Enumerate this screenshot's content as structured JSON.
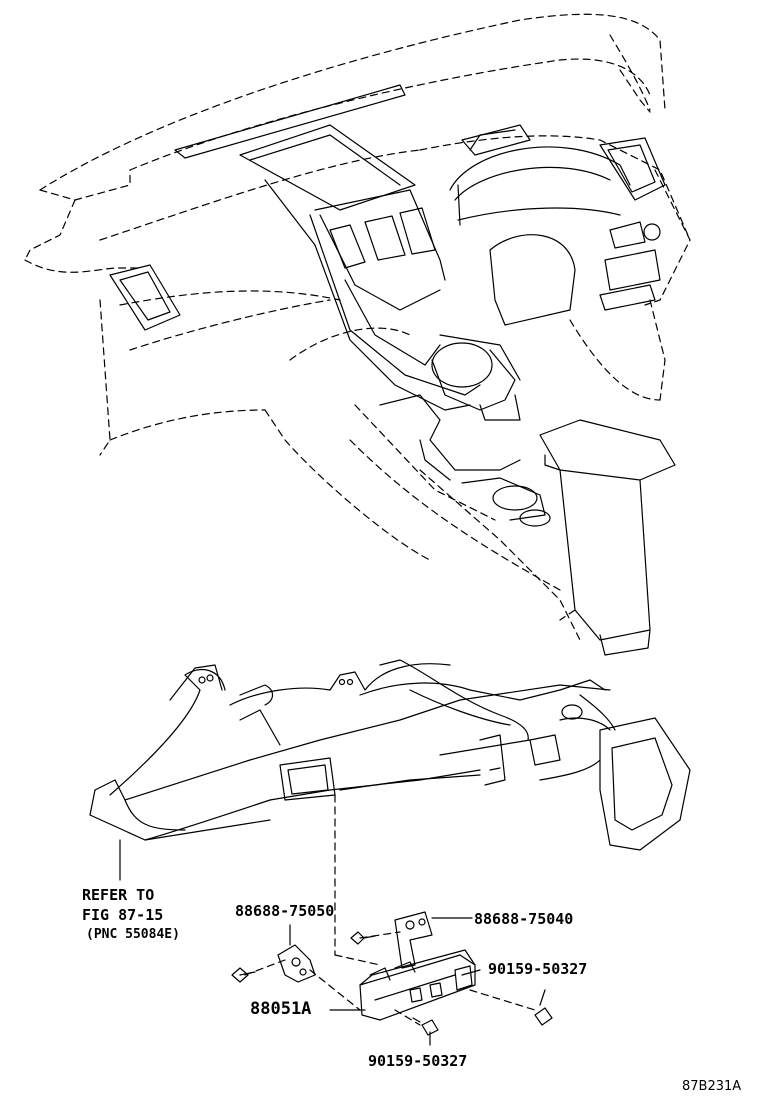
{
  "labels": {
    "refer_line1": "REFER TO",
    "refer_line2": "FIG 87-15",
    "refer_line3": "(PNC 55084E)",
    "part_88688_75050": "88688-75050",
    "part_88688_75040": "88688-75040",
    "part_90159_50327_right": "90159-50327",
    "part_88051A": "88051A",
    "part_90159_50327_bottom": "90159-50327",
    "figure_code": "87B231A"
  }
}
